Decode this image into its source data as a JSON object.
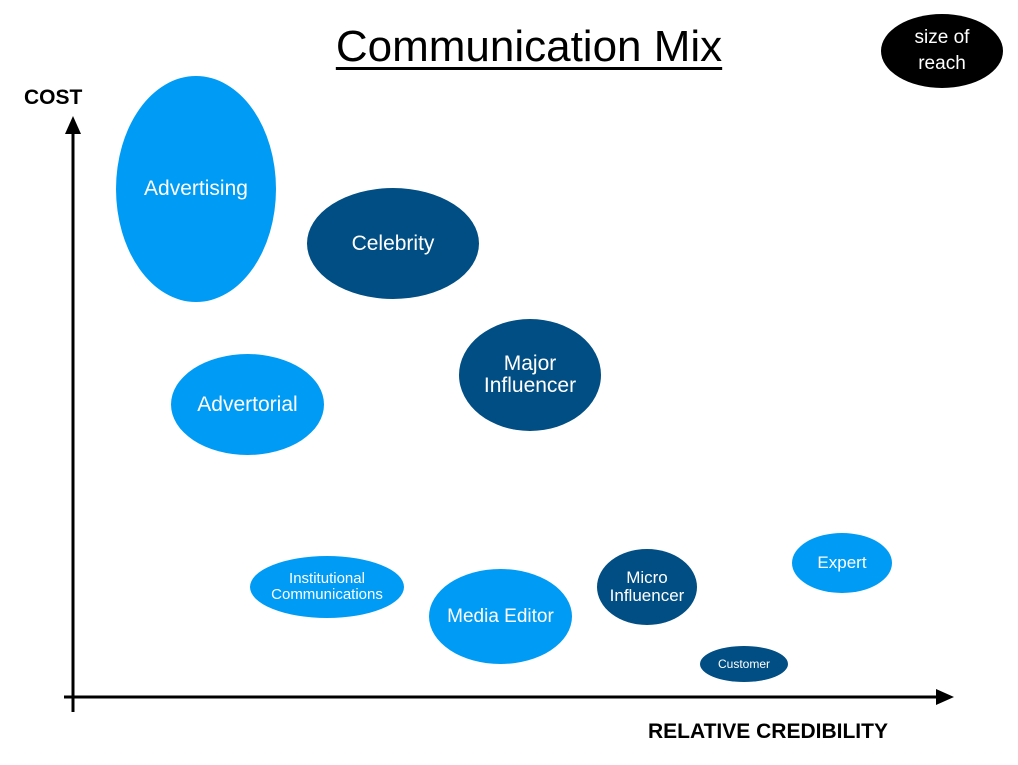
{
  "title": "Communication Mix",
  "legend": {
    "line1": "size of",
    "line2": "reach"
  },
  "axes": {
    "x_label": "RELATIVE CREDIBILITY",
    "y_label": "COST"
  },
  "colors": {
    "light": "#009BF5",
    "dark": "#004E83",
    "legend": "#000000",
    "axis": "#000000"
  },
  "bubbles": [
    {
      "name": "bubble-advertising",
      "label": "Advertising",
      "tone": "light"
    },
    {
      "name": "bubble-celebrity",
      "label": "Celebrity",
      "tone": "dark"
    },
    {
      "name": "bubble-major-influencer",
      "label": "Major\nInfluencer",
      "tone": "dark"
    },
    {
      "name": "bubble-advertorial",
      "label": "Advertorial",
      "tone": "light"
    },
    {
      "name": "bubble-institutional-communications",
      "label": "Institutional\nCommunications",
      "tone": "light"
    },
    {
      "name": "bubble-media-editor",
      "label": "Media Editor",
      "tone": "light"
    },
    {
      "name": "bubble-micro-influencer",
      "label": "Micro\nInfluencer",
      "tone": "dark"
    },
    {
      "name": "bubble-expert",
      "label": "Expert",
      "tone": "light"
    },
    {
      "name": "bubble-customer",
      "label": "Customer",
      "tone": "dark"
    }
  ]
}
